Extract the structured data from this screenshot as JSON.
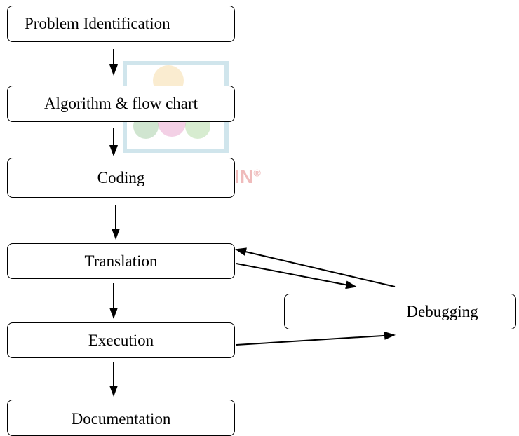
{
  "steps": {
    "problem": "Problem Identification",
    "algorithm": "Algorithm & flow chart",
    "coding": "Coding",
    "translation": "Translation",
    "execution": "Execution",
    "documentation": "Documentation",
    "debugging": "Debugging"
  },
  "watermark": {
    "text": "KSSLIVE.IN",
    "mark": "®"
  }
}
